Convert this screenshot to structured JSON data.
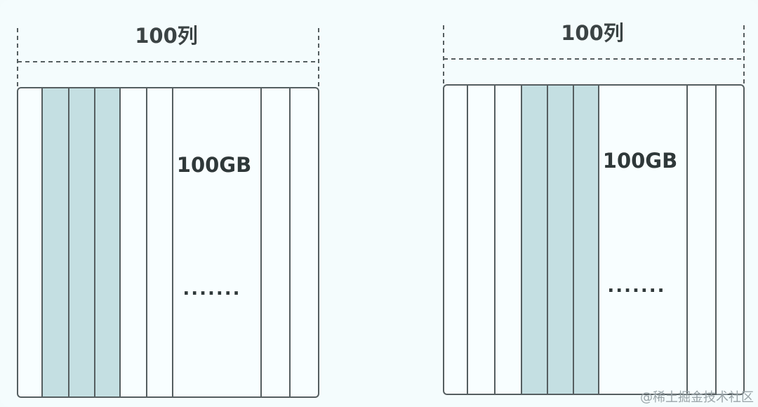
{
  "colors": {
    "background": "#f4fcfd",
    "table_fill": "#f8feff",
    "highlight_fill": "#c4dfe2",
    "stroke": "#555e60"
  },
  "panels": [
    {
      "column_label": "100列",
      "size_label": "100GB",
      "ellipsis": ".......",
      "highlighted_columns": [
        2,
        3,
        4
      ]
    },
    {
      "column_label": "100列",
      "size_label": "100GB",
      "ellipsis": ".......",
      "highlighted_columns": [
        4,
        5,
        6
      ]
    }
  ],
  "watermark": "@稀土掘金技术社区"
}
